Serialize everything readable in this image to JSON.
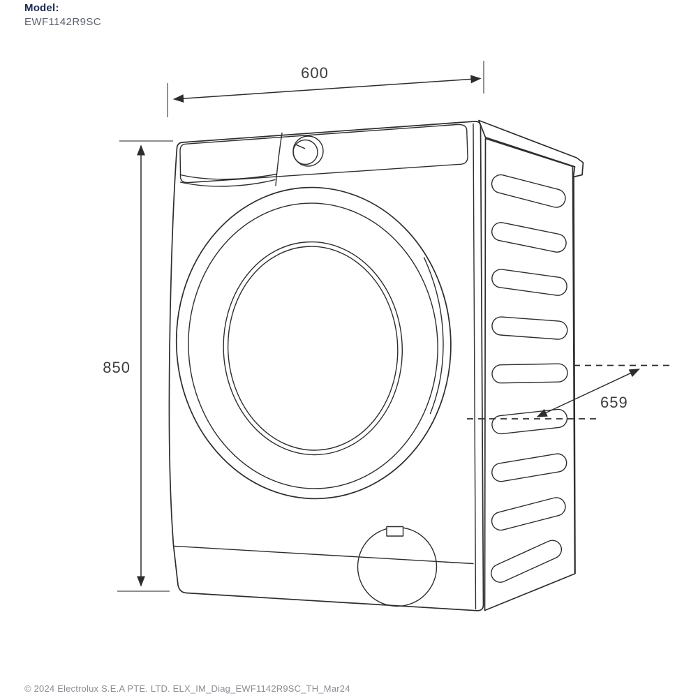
{
  "header": {
    "model_label": "Model:",
    "model_number": "EWF1142R9SC"
  },
  "diagram": {
    "subject": "front-load-washing-machine-dimension-drawing",
    "dimensions": {
      "width": "600",
      "height": "850",
      "depth": "659"
    }
  },
  "footer": {
    "copyright": "© 2024 Electrolux S.E.A PTE. LTD. ELX_IM_Diag_EWF1142R9SC_TH_Mar24"
  },
  "colors": {
    "line": "#2d2d2d",
    "model_label_text": "#1b2a52",
    "model_number_text": "#5c6170",
    "dimension_text": "#3d3d3d",
    "footer_text": "#8b8d92",
    "background": "#ffffff"
  }
}
